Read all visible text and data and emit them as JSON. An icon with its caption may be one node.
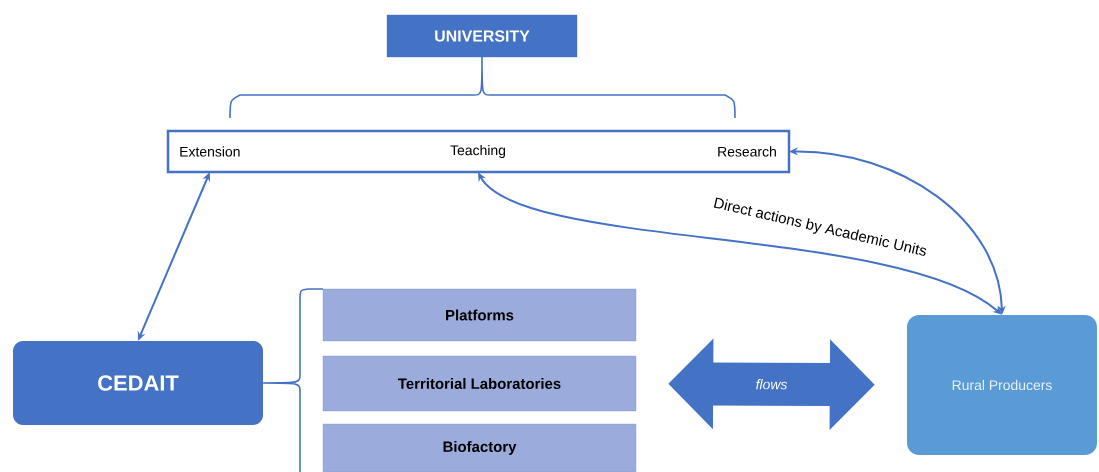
{
  "diagram": {
    "nodes": [
      {
        "text": [
          "UNIVERSITY"
        ]
      },
      {
        "text": [],
        "shape": "box"
      },
      {
        "text": [
          "Extension"
        ],
        "in": 1
      },
      {
        "text": [
          "Teaching"
        ],
        "in": 1
      },
      {
        "text": [
          "Research"
        ],
        "in": 1
      },
      {
        "text": [
          "CEDAIT"
        ]
      },
      {
        "text": [
          "Platforms"
        ]
      },
      {
        "text": [
          "Territorial Laboratories"
        ]
      },
      {
        "text": [
          "Biofactory"
        ]
      },
      {
        "text": [
          "Rural Producers"
        ]
      }
    ],
    "edges": [
      {
        "from": 2,
        "to": 5,
        "arrow": "both"
      },
      {
        "from": 3,
        "to": 9,
        "arrow": "both",
        "label": "Direct actions by Academic Units"
      },
      {
        "from": 4,
        "to": 9,
        "arrow": "both"
      },
      {
        "from": 7,
        "to": 9,
        "arrow": "both",
        "label": "flows",
        "style": "thick"
      }
    ]
  }
}
